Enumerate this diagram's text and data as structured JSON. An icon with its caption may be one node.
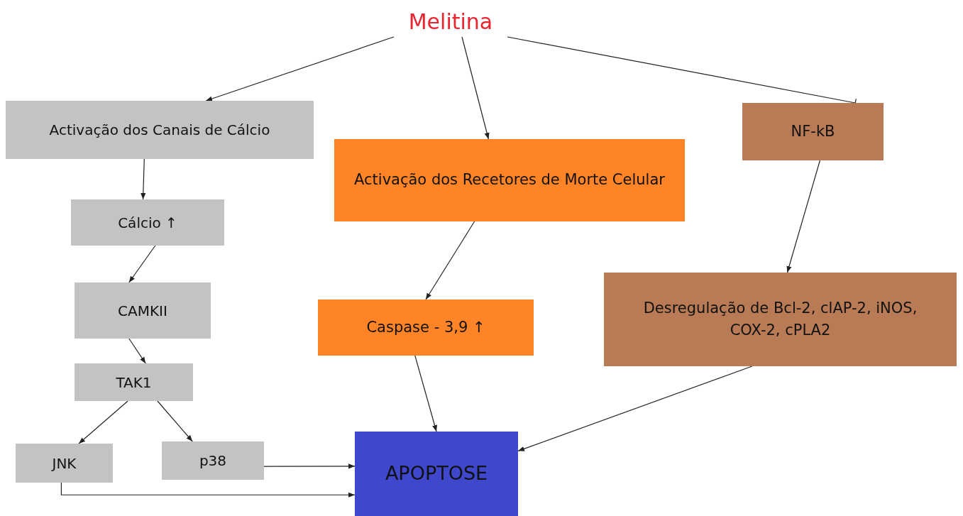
{
  "diagram": {
    "nodes": [
      {
        "text": [
          "Melitina"
        ]
      },
      {
        "text": [
          "Activação dos Canais de Cálcio"
        ]
      },
      {
        "text": [
          "Activação dos Recetores de Morte Celular"
        ]
      },
      {
        "text": [
          "NF-kB"
        ]
      },
      {
        "text": [
          "Cálcio ↑"
        ]
      },
      {
        "text": [
          "CAMKII"
        ]
      },
      {
        "text": [
          "Caspase - 3,9 ↑"
        ]
      },
      {
        "text": [
          "Desregulação de Bcl-2, clAP-2, iNOS, COX-2, cPLA2"
        ]
      },
      {
        "text": [
          "TAK1"
        ]
      },
      {
        "text": [
          "JNK"
        ]
      },
      {
        "text": [
          "p38"
        ]
      },
      {
        "text": [
          "APOPTOSE"
        ]
      }
    ],
    "edges": [
      {
        "from": 0,
        "to": 1,
        "arrow": "to"
      },
      {
        "from": 0,
        "to": 2,
        "arrow": "to"
      },
      {
        "from": 0,
        "to": 3,
        "arrow": "other"
      },
      {
        "from": 1,
        "to": 4,
        "arrow": "to"
      },
      {
        "from": 4,
        "to": 5,
        "arrow": "to"
      },
      {
        "from": 5,
        "to": 8,
        "arrow": "to"
      },
      {
        "from": 8,
        "to": 9,
        "arrow": "to"
      },
      {
        "from": 8,
        "to": 10,
        "arrow": "to"
      },
      {
        "from": 10,
        "to": 11,
        "arrow": "to"
      },
      {
        "from": 9,
        "to": 11,
        "arrow": "to"
      },
      {
        "from": 2,
        "to": 6,
        "arrow": "to"
      },
      {
        "from": 6,
        "to": 11,
        "arrow": "to"
      },
      {
        "from": 3,
        "to": 7,
        "arrow": "to"
      },
      {
        "from": 7,
        "to": 11,
        "arrow": "to"
      }
    ]
  }
}
